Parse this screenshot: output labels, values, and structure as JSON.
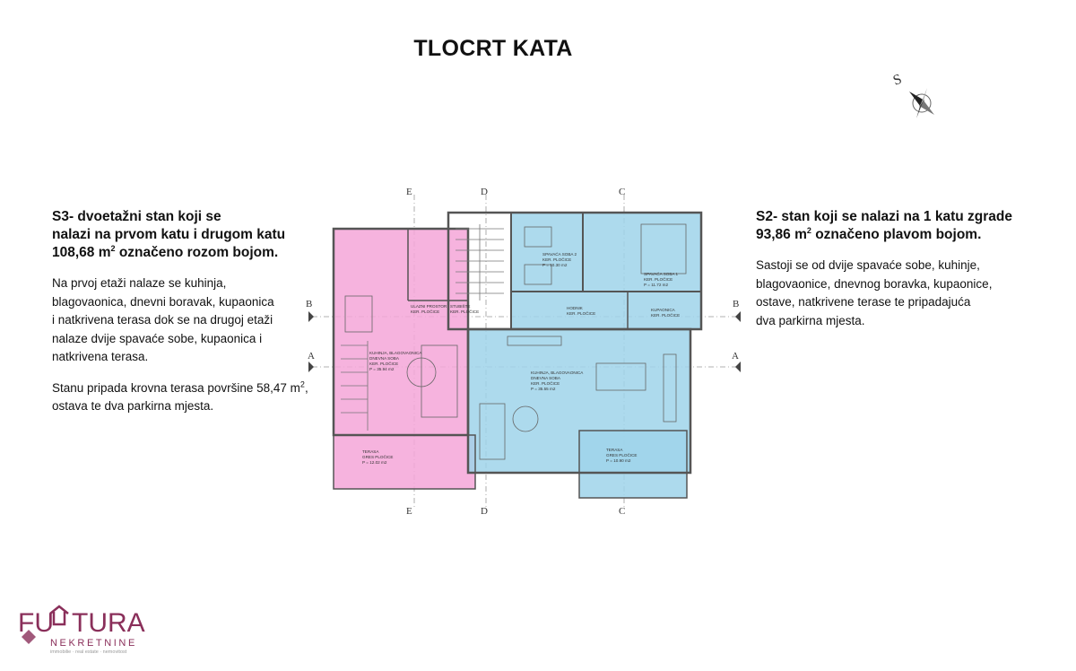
{
  "title": "TLOCRT KATA",
  "compass": {
    "letter": "S"
  },
  "left_block": {
    "heading_lines": [
      "S3- dvoetažni stan koji se",
      "nalazi na prvom katu i drugom katu"
    ],
    "heading_area_value": "108,68 m",
    "heading_area_exp": "2",
    "heading_area_rest": " označeno rozom bojom.",
    "paragraph1": [
      "Na prvoj etaži nalaze se kuhinja,",
      "blagovaonica, dnevni boravak, kupaonica",
      "i natkrivena terasa dok se na drugoj etaži",
      "nalaze dvije spavaće sobe, kupaonica i",
      "natkrivena terasa."
    ],
    "paragraph2_line1": "Stanu pripada krovna terasa površine 58,47 m",
    "paragraph2_exp": "2",
    "paragraph2_line1_end": ",",
    "paragraph2_line2": "ostava te dva parkirna mjesta."
  },
  "right_block": {
    "heading_line1": "S2- stan koji se nalazi na 1 katu zgrade",
    "heading_area_value": "93,86 m",
    "heading_area_exp": "2",
    "heading_area_rest": " označeno plavom bojom.",
    "paragraph": [
      "Sastoji se od dvije spavaće sobe, kuhinje,",
      "blagovaonice, dnevnog boravka, kupaonice,",
      "ostave, natkrivene terase te pripadajuća",
      "dva parkirna mjesta."
    ]
  },
  "plan": {
    "section_labels": {
      "e": "E",
      "d": "D",
      "c": "C",
      "b": "B",
      "a": "A"
    },
    "rooms": {
      "kuhinja": {
        "line1": "KUHINJA, BLAGOVAONICA",
        "line2": "DNEVNA SOBA",
        "line3": "KER. PLOČICE",
        "area": "P = 35.94 m2"
      },
      "ulaz": {
        "line1": "ULAZNI PROSTOR",
        "line2": "KER. PLOČICE"
      },
      "stubiste": {
        "line1": "STUBIŠTE",
        "line2": "KER. PLOČICE"
      },
      "terasa_pink": {
        "line1": "TERASA",
        "line2": "GRES PLOČICE",
        "area": "P = 12.02 m2"
      },
      "spavaca2": {
        "line1": "SPAVAĆA SOBA 2",
        "line2": "KER. PLOČICE",
        "area": "P = 10.30 m2"
      },
      "spavaca1": {
        "line1": "SPAVAĆA SOBA 1",
        "line2": "KER. PLOČICE",
        "area": "P = 11.72 m2"
      },
      "hodnik": {
        "line1": "HODNIK",
        "line2": "KER. PLOČICE"
      },
      "kupaonica": {
        "line1": "KUPAONICA",
        "line2": "KER. PLOČICE"
      },
      "kuhinja_blue": {
        "line1": "KUHINJA, BLAGOVAONICA",
        "line2": "DNEVNA SOBA",
        "line3": "KER. PLOČICE",
        "area": "P = 35.55 m2"
      },
      "terasa_blue": {
        "line1": "TERASA",
        "line2": "GRES PLOČICE",
        "area": "P = 10.90 m2"
      }
    },
    "colors": {
      "pink": "#f4a6d8",
      "blue": "#9fd3ea",
      "wall": "#555555"
    }
  },
  "logo": {
    "name_part1": "FU",
    "name_part2": "TURA",
    "subtitle": "NEKRETNINE",
    "tagline": "immobilie · real estate · nemovitost",
    "color": "#8a2f5a"
  }
}
